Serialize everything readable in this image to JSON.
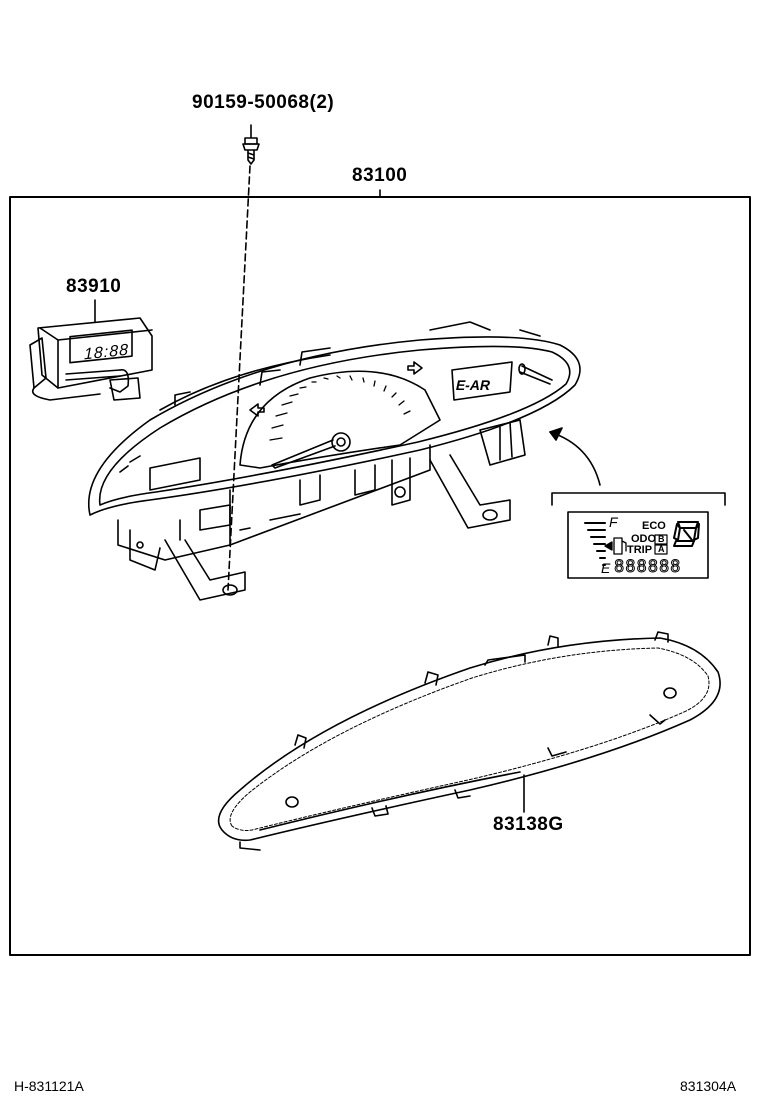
{
  "parts": {
    "screw": "90159-50068(2)",
    "assembly": "83100",
    "clock": "83910",
    "glass": "83138G"
  },
  "clock_display": "18:88",
  "lcd_inset": {
    "fuel_full": "F",
    "fuel_empty": "E",
    "eco": "ECO",
    "odo": "ODO",
    "trip": "TRIP",
    "trip_b": "B",
    "trip_a": "A",
    "odometer_digits": "888888",
    "gear_digit": "8"
  },
  "footer": {
    "left_code": "H-831121A",
    "right_code": "831304A"
  }
}
